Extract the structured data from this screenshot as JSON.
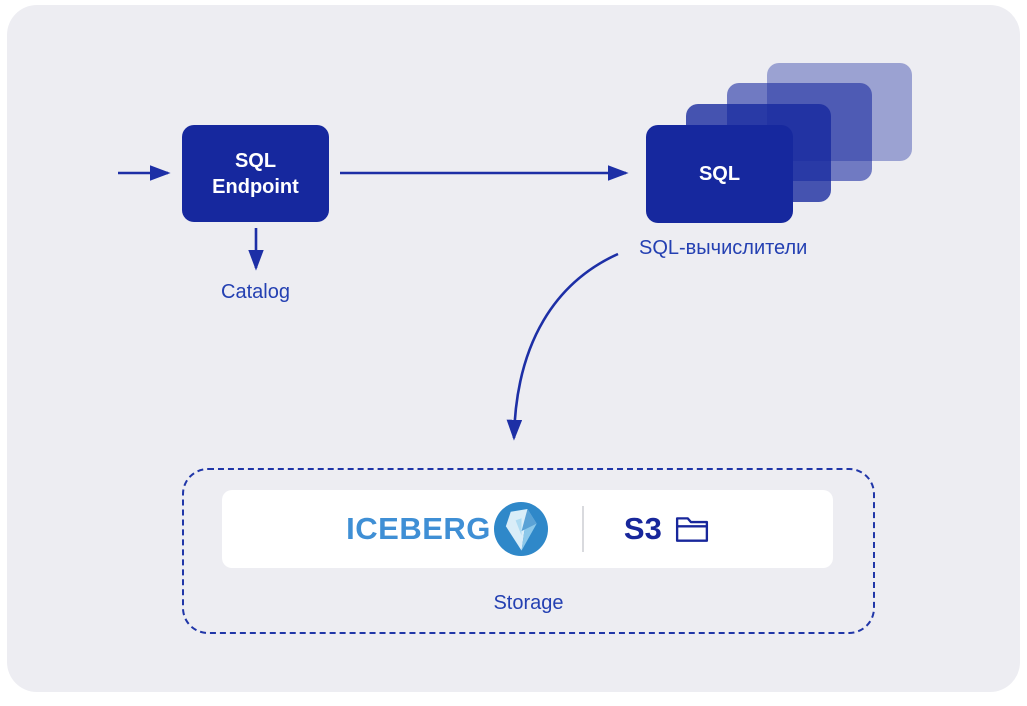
{
  "diagram": {
    "nodes": {
      "sql_endpoint": {
        "label": "SQL Endpoint"
      },
      "catalog": {
        "label": "Catalog"
      },
      "sql_compute": {
        "label": "SQL",
        "caption": "SQL-вычислители",
        "stacked_layers": 4
      },
      "storage": {
        "caption": "Storage",
        "iceberg_label": "ICEBERG",
        "s3_label": "S3"
      }
    },
    "edges": [
      {
        "from": "external-input",
        "to": "sql_endpoint",
        "style": "straight-arrow"
      },
      {
        "from": "sql_endpoint",
        "to": "catalog",
        "style": "straight-arrow"
      },
      {
        "from": "sql_endpoint",
        "to": "sql_compute",
        "style": "straight-arrow"
      },
      {
        "from": "sql_compute",
        "to": "storage",
        "style": "curved-arrow"
      }
    ],
    "icons": {
      "iceberg": "iceberg-globe-icon",
      "s3": "folder-icon"
    },
    "colors": {
      "panel_bg": "#ededf2",
      "node_fill": "#16289e",
      "arrow": "#1d2fa6",
      "label": "#2440b2",
      "iceberg_text": "#3f8fd5",
      "s3_text": "#18279b",
      "divider": "#d9dade"
    }
  }
}
